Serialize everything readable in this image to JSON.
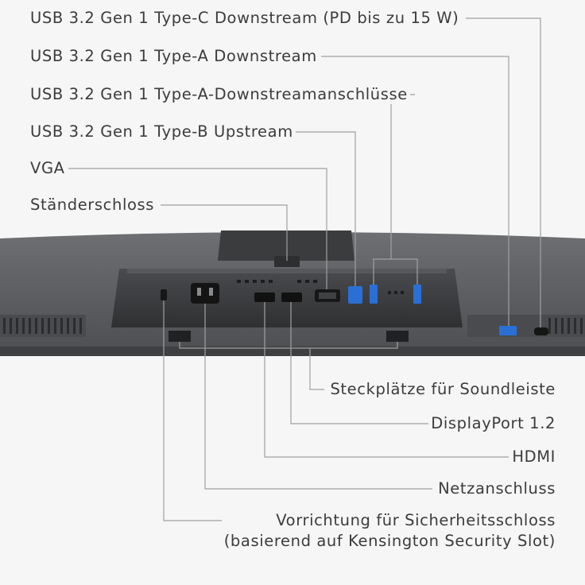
{
  "callouts_top": [
    {
      "text": "USB 3.2 Gen 1 Type-C Downstream (PD bis zu 15 W)"
    },
    {
      "text": "USB 3.2 Gen 1 Type-A Downstream"
    },
    {
      "text": "USB 3.2 Gen 1 Type-A-Downstreamanschlüsse"
    },
    {
      "text": "USB 3.2 Gen 1 Type-B Upstream"
    },
    {
      "text": "VGA"
    },
    {
      "text": "Ständerschloss"
    }
  ],
  "callouts_bottom": [
    {
      "text": "Steckplätze für Soundleiste"
    },
    {
      "text": "DisplayPort 1.2"
    },
    {
      "text": "HDMI"
    },
    {
      "text": "Netzanschluss"
    },
    {
      "text": "Vorrichtung für Sicherheitsschloss\n(basierend auf Kensington Security Slot)"
    }
  ],
  "colors": {
    "background": "#f6f6f6",
    "monitor_body": "#5f6164",
    "monitor_dark": "#3a3b3d",
    "leader_line": "#9a9a9a",
    "usb_blue": "#2a6fd6",
    "label_text": "#3c3c3c"
  }
}
